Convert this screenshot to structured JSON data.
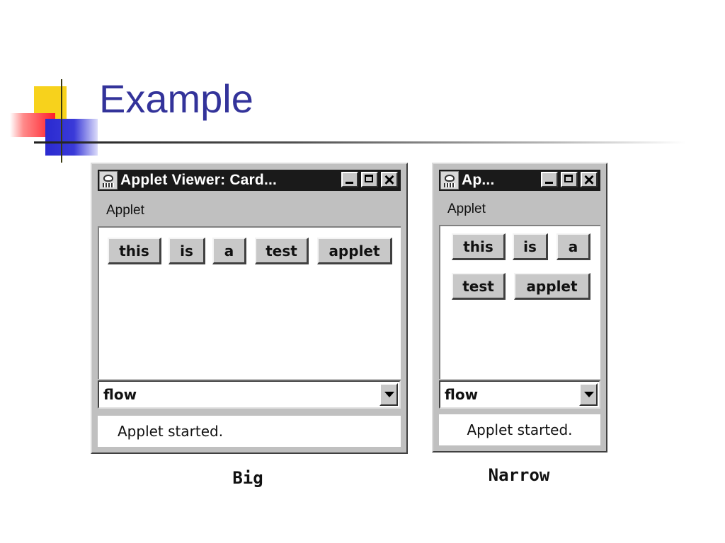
{
  "slide": {
    "title": "Example"
  },
  "windows": {
    "big": {
      "title": "Applet Viewer: Card...",
      "menu": "Applet",
      "buttons": [
        "this",
        "is",
        "a",
        "test",
        "applet"
      ],
      "choice": {
        "value": "flow"
      },
      "status": "Applet started.",
      "caption": "Big"
    },
    "narrow": {
      "title": "Ap...",
      "menu": "Applet",
      "buttons": [
        "this",
        "is",
        "a",
        "test",
        "applet"
      ],
      "choice": {
        "value": "flow"
      },
      "status": "Applet started.",
      "caption": "Narrow"
    }
  },
  "icons": [
    "applet-viewer-icon",
    "minimize-icon",
    "maximize-icon",
    "close-icon",
    "dropdown-arrow-icon"
  ],
  "colors": {
    "title": "#33339a",
    "titlebar": "#1a1a1a",
    "chrome": "#c0c0c0"
  }
}
